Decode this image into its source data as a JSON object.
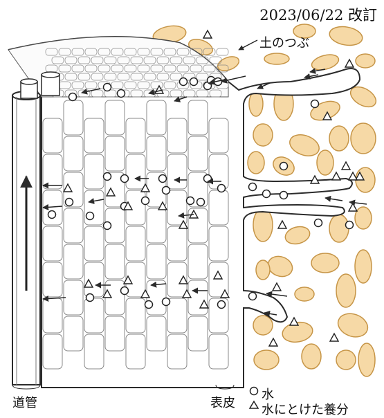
{
  "revision_note": "2023/06/22 改訂",
  "labels": {
    "soil_particle": "土のつぶ",
    "vessel": "道管",
    "epidermis": "表皮"
  },
  "legend": {
    "water": "水",
    "nutrients": "水にとけた養分"
  },
  "icons": {
    "water": "circle",
    "nutrients": "triangle",
    "flow": "arrow"
  },
  "colors": {
    "soil_particle_fill": "#f6d9a6",
    "soil_particle_stroke": "#c69547",
    "line": "#2b2b2b"
  }
}
